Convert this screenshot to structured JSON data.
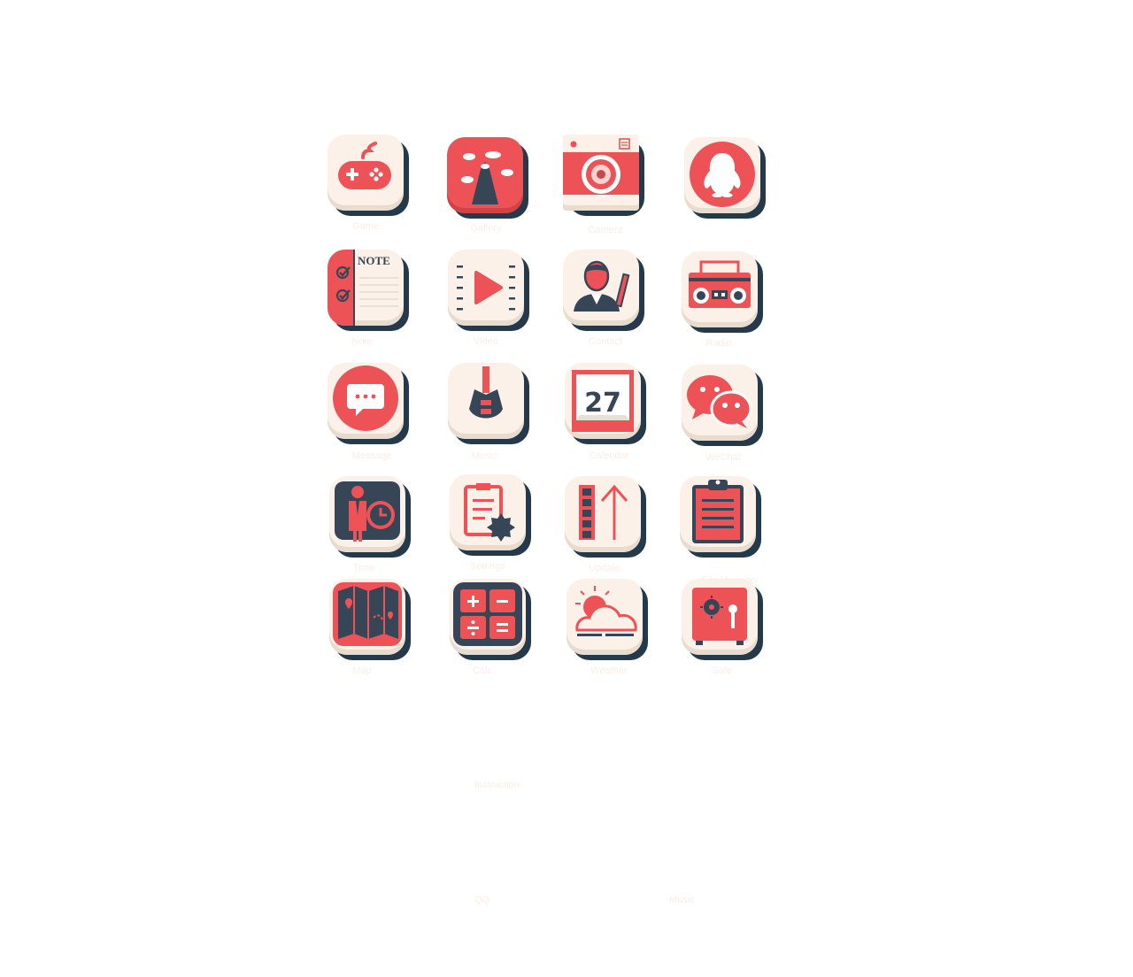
{
  "colors": {
    "tile_face": "#fbf1e8",
    "tile_shadow": "#243a4a",
    "accent_red": "#ec5256",
    "navy": "#364656",
    "label_faint": "#fbeee4"
  },
  "icons": [
    {
      "name": "game-icon",
      "label": "Game"
    },
    {
      "name": "gallery-icon",
      "label": "Gallery"
    },
    {
      "name": "camera-icon",
      "label": "Camera"
    },
    {
      "name": "qq-penguin-icon",
      "label": ""
    },
    {
      "name": "note-icon",
      "label": "Note",
      "text": "NOTE"
    },
    {
      "name": "video-icon",
      "label": "Video"
    },
    {
      "name": "contacts-icon",
      "label": "Contact"
    },
    {
      "name": "radio-icon",
      "label": "Radio"
    },
    {
      "name": "message-icon",
      "label": "Message"
    },
    {
      "name": "music-icon",
      "label": "Music"
    },
    {
      "name": "calendar-icon",
      "label": "Calendar",
      "text": "27"
    },
    {
      "name": "wechat-icon",
      "label": "WeChat"
    },
    {
      "name": "time-icon",
      "label": "Time"
    },
    {
      "name": "settings-icon",
      "label": "Settings"
    },
    {
      "name": "update-icon",
      "label": "Update"
    },
    {
      "name": "clipboard-icon",
      "label": "File Manager"
    },
    {
      "name": "map-icon",
      "label": "Map"
    },
    {
      "name": "calculator-icon",
      "label": "Calc"
    },
    {
      "name": "weather-icon",
      "label": "Weather"
    },
    {
      "name": "safe-icon",
      "label": "Safe"
    }
  ],
  "stray_labels": [
    {
      "name": "ghost-label-1",
      "text": "Instruction"
    },
    {
      "name": "ghost-label-2",
      "text": "QQ"
    },
    {
      "name": "ghost-label-3",
      "text": "Music"
    }
  ]
}
